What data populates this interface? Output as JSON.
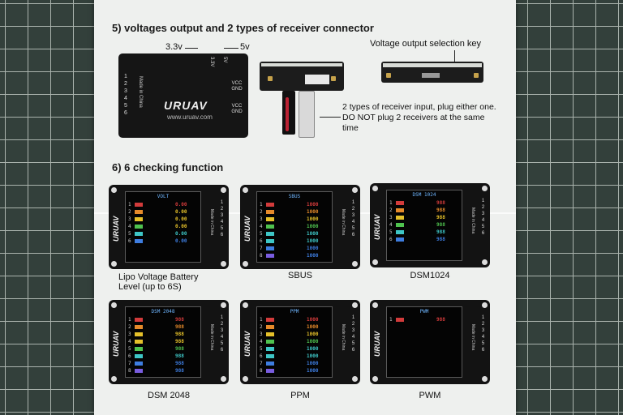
{
  "section5": {
    "heading": "5) voltages output and 2 types of receiver connector",
    "label_33v": "3.3v",
    "label_5v": "5v",
    "key_label": "Voltage output selection key",
    "receiver_note": "2 types of receiver input, plug either one.  DO NOT plug 2 receivers at the same time",
    "device": {
      "brand": "URUAV",
      "url": "www.uruav.com",
      "made": "Made in China",
      "volt_a": "3.3V",
      "volt_b": "5V",
      "sig_a": "VCC GND",
      "sig_b": "VCC GND",
      "pins": [
        "1",
        "2",
        "3",
        "4",
        "5",
        "6"
      ]
    }
  },
  "section6": {
    "heading": "6) 6 checking function",
    "checkers": [
      {
        "caption": "Lipo Voltage Battery Level (up to 6S)",
        "title": "VOLT",
        "rows": [
          {
            "n": "1",
            "c": "#d23b3b",
            "v": "0.00",
            "vc": "#d23b3b"
          },
          {
            "n": "2",
            "c": "#e58a2a",
            "v": "0.00",
            "vc": "#e5c02a"
          },
          {
            "n": "3",
            "c": "#e5c02a",
            "v": "0.00",
            "vc": "#e5c02a"
          },
          {
            "n": "4",
            "c": "#4fc24f",
            "v": "0.00",
            "vc": "#e5c02a"
          },
          {
            "n": "5",
            "c": "#3ec6c6",
            "v": "0.00",
            "vc": "#3ec6c6"
          },
          {
            "n": "6",
            "c": "#3e7de0",
            "v": "0.00",
            "vc": "#3e7de0"
          }
        ]
      },
      {
        "caption": "SBUS",
        "title": "SBUS",
        "rows": [
          {
            "n": "1",
            "c": "#d23b3b",
            "v": "1000",
            "vc": "#d23b3b"
          },
          {
            "n": "2",
            "c": "#e58a2a",
            "v": "1000",
            "vc": "#e58a2a"
          },
          {
            "n": "3",
            "c": "#e5c02a",
            "v": "1000",
            "vc": "#e5c02a"
          },
          {
            "n": "4",
            "c": "#4fc24f",
            "v": "1000",
            "vc": "#4fc24f"
          },
          {
            "n": "5",
            "c": "#3ec6c6",
            "v": "1000",
            "vc": "#3ec6c6"
          },
          {
            "n": "6",
            "c": "#3ec6c6",
            "v": "1000",
            "vc": "#3ec6c6"
          },
          {
            "n": "7",
            "c": "#3e7de0",
            "v": "1000",
            "vc": "#3e7de0"
          },
          {
            "n": "8",
            "c": "#7a5de0",
            "v": "1000",
            "vc": "#3e7de0"
          }
        ]
      },
      {
        "caption": "DSM1024",
        "title": "DSM 1024",
        "rows": [
          {
            "n": "1",
            "c": "#d23b3b",
            "v": "988",
            "vc": "#d23b3b"
          },
          {
            "n": "2",
            "c": "#e58a2a",
            "v": "988",
            "vc": "#e58a2a"
          },
          {
            "n": "3",
            "c": "#e5c02a",
            "v": "988",
            "vc": "#e5c02a"
          },
          {
            "n": "4",
            "c": "#4fc24f",
            "v": "988",
            "vc": "#4fc24f"
          },
          {
            "n": "5",
            "c": "#3ec6c6",
            "v": "988",
            "vc": "#3ec6c6"
          },
          {
            "n": "6",
            "c": "#3e7de0",
            "v": "988",
            "vc": "#3e7de0"
          }
        ]
      },
      {
        "caption": "DSM 2048",
        "title": "DSM 2048",
        "rows": [
          {
            "n": "1",
            "c": "#d23b3b",
            "v": "988",
            "vc": "#d23b3b"
          },
          {
            "n": "2",
            "c": "#e58a2a",
            "v": "988",
            "vc": "#e58a2a"
          },
          {
            "n": "3",
            "c": "#e5c02a",
            "v": "988",
            "vc": "#e5c02a"
          },
          {
            "n": "4",
            "c": "#e5c02a",
            "v": "988",
            "vc": "#e5c02a"
          },
          {
            "n": "5",
            "c": "#4fc24f",
            "v": "988",
            "vc": "#4fc24f"
          },
          {
            "n": "6",
            "c": "#3ec6c6",
            "v": "988",
            "vc": "#3ec6c6"
          },
          {
            "n": "7",
            "c": "#3e7de0",
            "v": "988",
            "vc": "#3e7de0"
          },
          {
            "n": "8",
            "c": "#7a5de0",
            "v": "988",
            "vc": "#3e7de0"
          }
        ]
      },
      {
        "caption": "PPM",
        "title": "PPM",
        "rows": [
          {
            "n": "1",
            "c": "#d23b3b",
            "v": "1000",
            "vc": "#d23b3b"
          },
          {
            "n": "2",
            "c": "#e58a2a",
            "v": "1000",
            "vc": "#e58a2a"
          },
          {
            "n": "3",
            "c": "#e5c02a",
            "v": "1000",
            "vc": "#e5c02a"
          },
          {
            "n": "4",
            "c": "#4fc24f",
            "v": "1000",
            "vc": "#4fc24f"
          },
          {
            "n": "5",
            "c": "#3ec6c6",
            "v": "1000",
            "vc": "#3ec6c6"
          },
          {
            "n": "6",
            "c": "#3ec6c6",
            "v": "1000",
            "vc": "#3ec6c6"
          },
          {
            "n": "7",
            "c": "#3e7de0",
            "v": "1000",
            "vc": "#3e7de0"
          },
          {
            "n": "8",
            "c": "#7a5de0",
            "v": "1000",
            "vc": "#3e7de0"
          }
        ]
      },
      {
        "caption": "PWM",
        "title": "PWM",
        "rows": [
          {
            "n": "1",
            "c": "#d23b3b",
            "v": "988",
            "vc": "#d23b3b"
          }
        ]
      }
    ]
  }
}
